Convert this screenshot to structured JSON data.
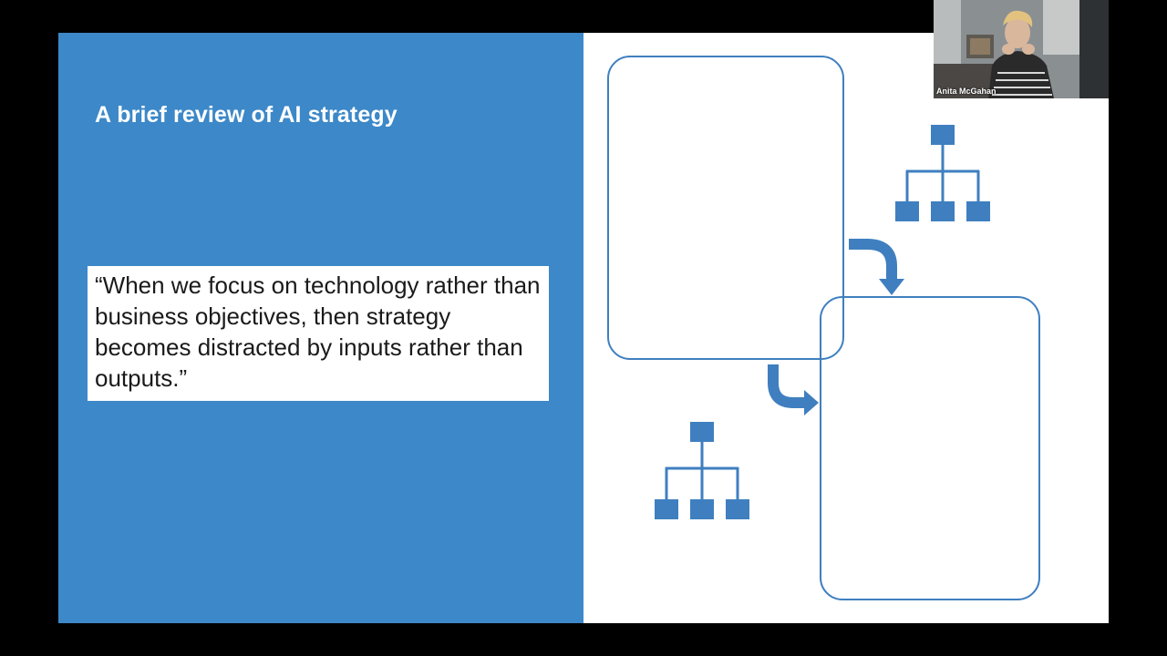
{
  "slide": {
    "title": "A brief review of AI strategy",
    "quote": "“When we focus on technology rather than business objectives, then strategy becomes distracted by inputs rather than outputs.”",
    "left_panel_color": "#3c88c8",
    "diagram_color": "#3f7fc0"
  },
  "participant": {
    "name": "Anita McGahan"
  }
}
